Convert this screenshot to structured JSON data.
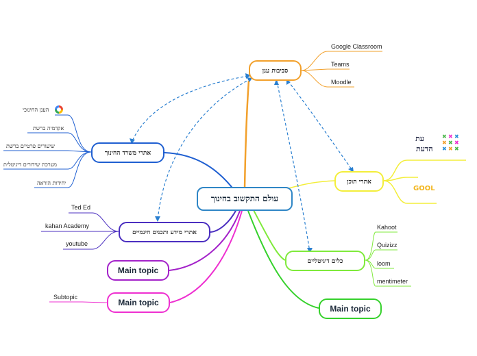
{
  "central": {
    "label": "עולם התקשוב בחינוך"
  },
  "topics": {
    "cloud": "סביבות ענן",
    "ministry": "אתרי משרד החינוך",
    "info": "אתרי מידע ותכנים חינמיים",
    "content": "אתרי תוכן",
    "digital": "כלים דיגיטליים",
    "main1": "Main topic",
    "main2": "Main topic",
    "main3": "Main topic"
  },
  "leaves": {
    "cloud": [
      "Google Classroom",
      "Teams",
      "Moodle"
    ],
    "ministry": [
      "הענן החינוכי",
      "אקדמיה ברשת",
      "שיעורים פרטיים ברשת",
      "מערכת שידורים דיגיטלית",
      "יחידות הוראה"
    ],
    "info": [
      "Ted Ed",
      "kahan Academy",
      "youtube"
    ],
    "digital": [
      "Kahoot",
      "Quizizz",
      "loom",
      "mentimeter"
    ],
    "main2": [
      "Subtopic"
    ]
  },
  "logos": {
    "content_logo_1": "עת הדעת",
    "content_logo_2": "GOOL"
  },
  "colors": {
    "central": "#2f86c6",
    "cloud": "#f2a02b",
    "ministry": "#1f5fd1",
    "info": "#4b2fc0",
    "content": "#f3ee3a",
    "digital": "#7fea3b",
    "main1": "#a321c9",
    "main2": "#ee2fd0",
    "main3": "#35d12b",
    "dashed": "#2a7fd0"
  },
  "icons": [
    "google-app-icon"
  ]
}
